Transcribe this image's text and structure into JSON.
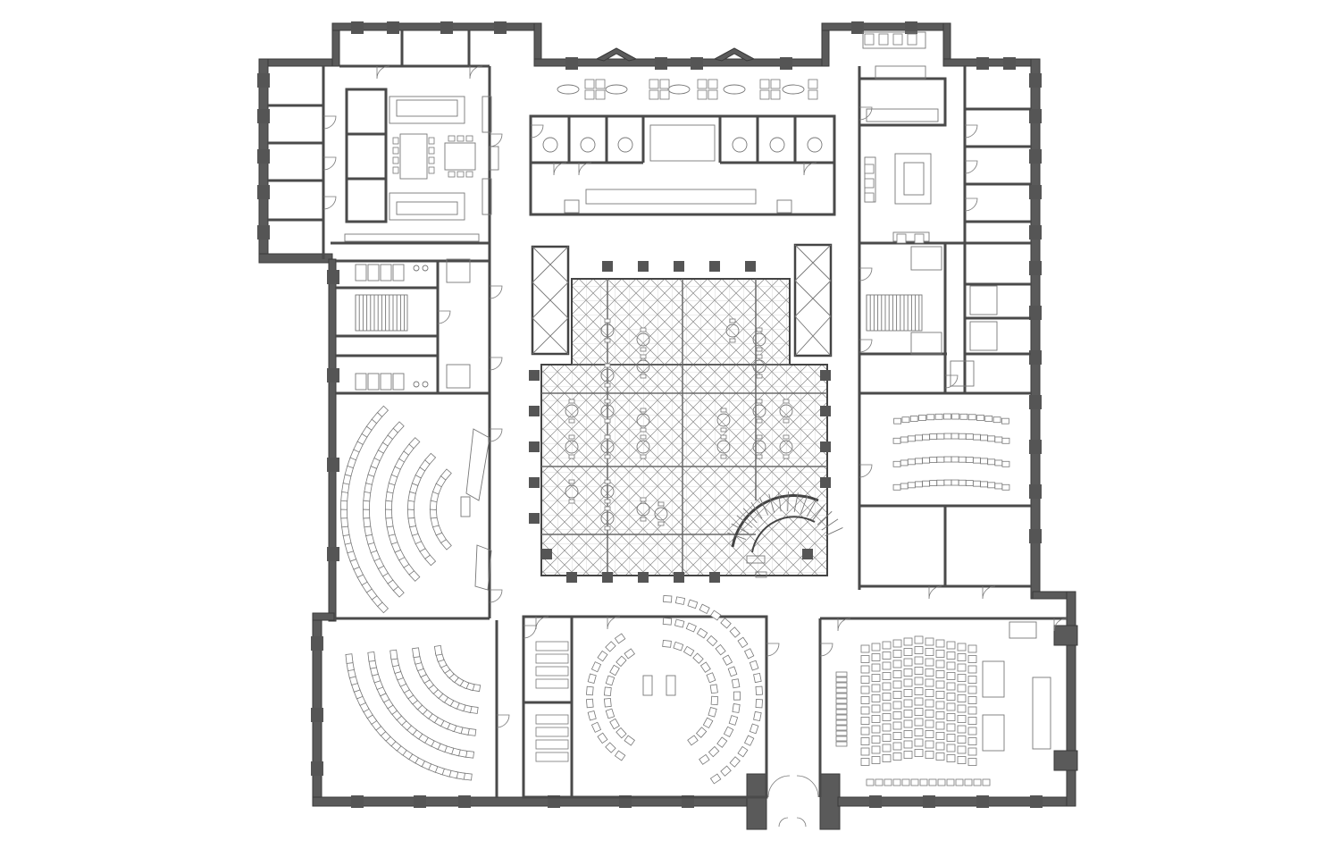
{
  "drawing": {
    "kind": "architectural floor plan",
    "labels": [],
    "colors": {
      "wall": "#5a5a5a",
      "line": "#777777",
      "background": "#ffffff"
    }
  },
  "spaces": [
    {
      "id": "nw-wing",
      "type": "offices and conference room"
    },
    {
      "id": "north-wing",
      "type": "lounge, study carrels and reception"
    },
    {
      "id": "ne-wing",
      "type": "offices and lounge"
    },
    {
      "id": "west-restrooms-north",
      "type": "restrooms"
    },
    {
      "id": "west-stair",
      "type": "stair"
    },
    {
      "id": "west-restrooms-south",
      "type": "restrooms"
    },
    {
      "id": "central-hall",
      "type": "reading hall with coffered ceiling"
    },
    {
      "id": "grand-stair",
      "type": "curved stair"
    },
    {
      "id": "east-stair",
      "type": "stair"
    },
    {
      "id": "east-offices",
      "type": "small offices"
    },
    {
      "id": "west-lecture-hall",
      "type": "tiered lecture hall"
    },
    {
      "id": "east-classroom",
      "type": "seminar classroom"
    },
    {
      "id": "east-rooms",
      "type": "two rooms"
    },
    {
      "id": "sw-lecture-hall",
      "type": "tiered lecture hall"
    },
    {
      "id": "south-lecture-hall",
      "type": "tiered lecture hall"
    },
    {
      "id": "auditorium",
      "type": "auditorium"
    },
    {
      "id": "south-entrance",
      "type": "main entrance"
    }
  ]
}
